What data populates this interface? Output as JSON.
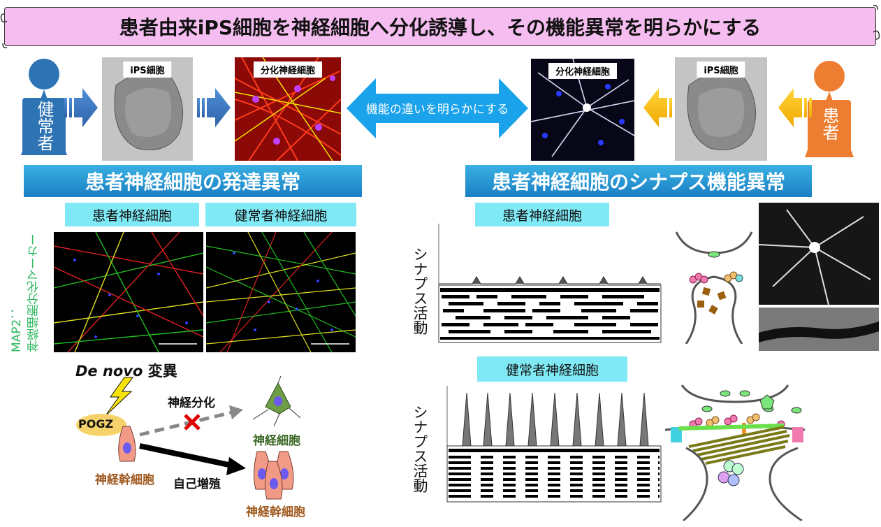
{
  "title": "患者由来iPS細胞を神経細胞へ分化誘導し、その機能異常を明らかにする",
  "top_flow": {
    "healthy_person": "健常者",
    "patient_person": "患者",
    "ips_label": "iPS細胞",
    "neuron_label": "分化神経細胞",
    "center_arrow_text": "機能の違いを明らかにする"
  },
  "left_section": {
    "heading": "患者神経細胞の発達異常",
    "patient_neuron_label": "患者神経細胞",
    "healthy_neuron_label": "健常者神経細胞",
    "marker_line1": "MAP2：",
    "marker_line2": "神経細胞分化マーカー"
  },
  "mechanism": {
    "mutation_italic": "De novo",
    "mutation_rest": " 変異",
    "gene": "POGZ",
    "differentiation": "神経分化",
    "neuron": "神経細胞",
    "stem_cell": "神経幹細胞",
    "self_renewal": "自己増殖",
    "stem_cells": "神経幹細胞"
  },
  "right_section": {
    "heading": "患者神経細胞のシナプス機能異常",
    "patient_neuron_label": "患者神経細胞",
    "healthy_neuron_label": "健常者神経細胞",
    "synapse_activity": "シナプス活動"
  },
  "colors": {
    "banner": "#f5bdf0",
    "person_healthy": "#2e74b5",
    "person_patient": "#ed7d31",
    "heading_blue": "#1a7fc4",
    "label_cyan": "#7fe9f5",
    "marker_green": "#2fb860"
  }
}
